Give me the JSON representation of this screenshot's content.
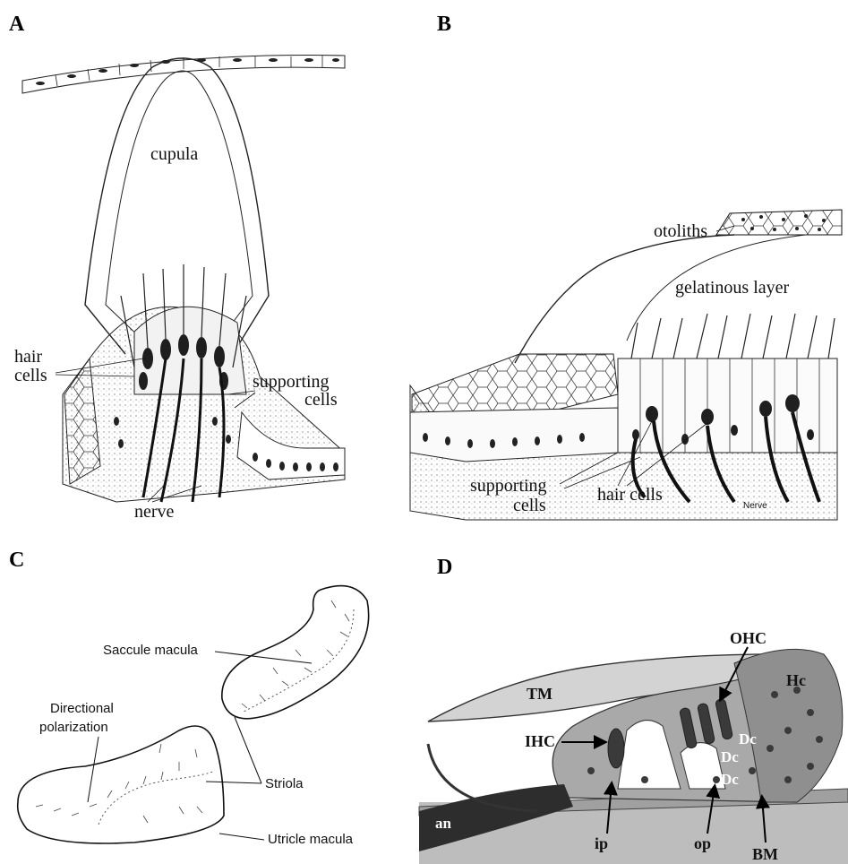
{
  "panels": {
    "a": {
      "letter": "A",
      "labels": {
        "cupula": "cupula",
        "hair": "hair",
        "cells1": "cells",
        "supporting": "supporting",
        "cells2": "cells",
        "nerve": "nerve"
      }
    },
    "b": {
      "letter": "B",
      "labels": {
        "otoliths": "otoliths",
        "gelatinous_layer": "gelatinous layer",
        "supporting": "supporting",
        "cells": "cells",
        "hair_cells": "hair cells",
        "nerve": "Nerve"
      }
    },
    "c": {
      "letter": "C",
      "labels": {
        "saccule_macula": "Saccule macula",
        "directional": "Directional",
        "polarization": "polarization",
        "striola": "Striola",
        "utricle_macula": "Utricle macula"
      }
    },
    "d": {
      "letter": "D",
      "labels": {
        "tm": "TM",
        "ohc": "OHC",
        "hc": "Hc",
        "ihc": "IHC",
        "dc1": "Dc",
        "dc2": "Dc",
        "dc3": "Dc",
        "an": "an",
        "ip": "ip",
        "op": "op",
        "bm": "BM"
      }
    }
  },
  "colors": {
    "ink": "#111111",
    "tissue_gray": "#a9a9a9",
    "tm_gray": "#cfcfcf",
    "dark_cell": "#3a3a3a"
  }
}
